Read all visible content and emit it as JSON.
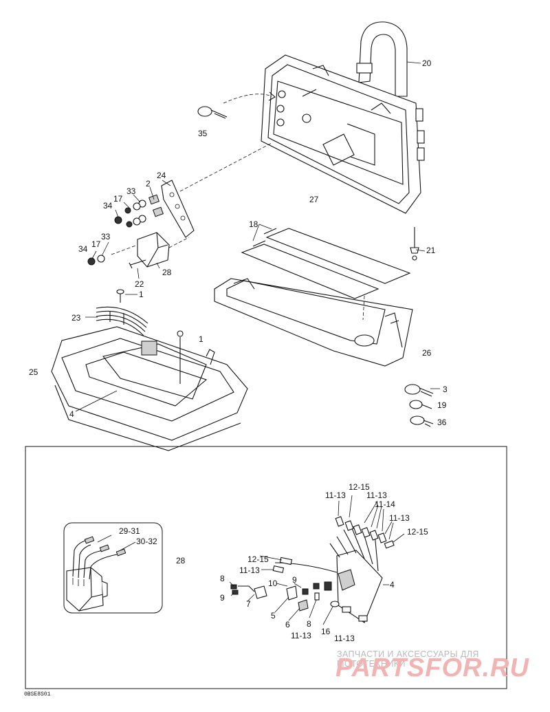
{
  "labels": {
    "l20": "20",
    "l35": "35",
    "l24": "24",
    "l2": "2",
    "l33a": "33",
    "l17a": "17",
    "l34a": "34",
    "l27": "27",
    "l18": "18",
    "l21": "21",
    "l34b": "34",
    "l17b": "17",
    "l33b": "33",
    "l28": "28",
    "l22": "22",
    "l1a": "1",
    "l23": "23",
    "l1b": "1",
    "l25": "25",
    "l26": "26",
    "l4": "4",
    "l3": "3",
    "l19": "19",
    "l36": "36",
    "d2931": "29-31",
    "d3032": "30-32",
    "d28": "28",
    "d1113a": "11-13",
    "d1215a": "12-15",
    "d1113b": "11-13",
    "d1114": "11-14",
    "d1113c": "11-13",
    "d1215b": "12-15",
    "d1215c": "12-15",
    "d1113d": "11-13",
    "d4": "4",
    "d8a": "8",
    "d9a": "9",
    "d10": "10",
    "d9b": "9",
    "d7": "7",
    "d5": "5",
    "d6": "6",
    "d8b": "8",
    "d1113e": "11-13",
    "d16": "16",
    "d1113f": "11-13"
  },
  "watermark": {
    "subtitle": "ЗАПЧАСТИ И АКСЕССУАРЫ ДЛЯ МОТОТЕХНИКИ",
    "logo": "PARTSFOR.RU"
  },
  "figure_code": "0BSE8S01"
}
